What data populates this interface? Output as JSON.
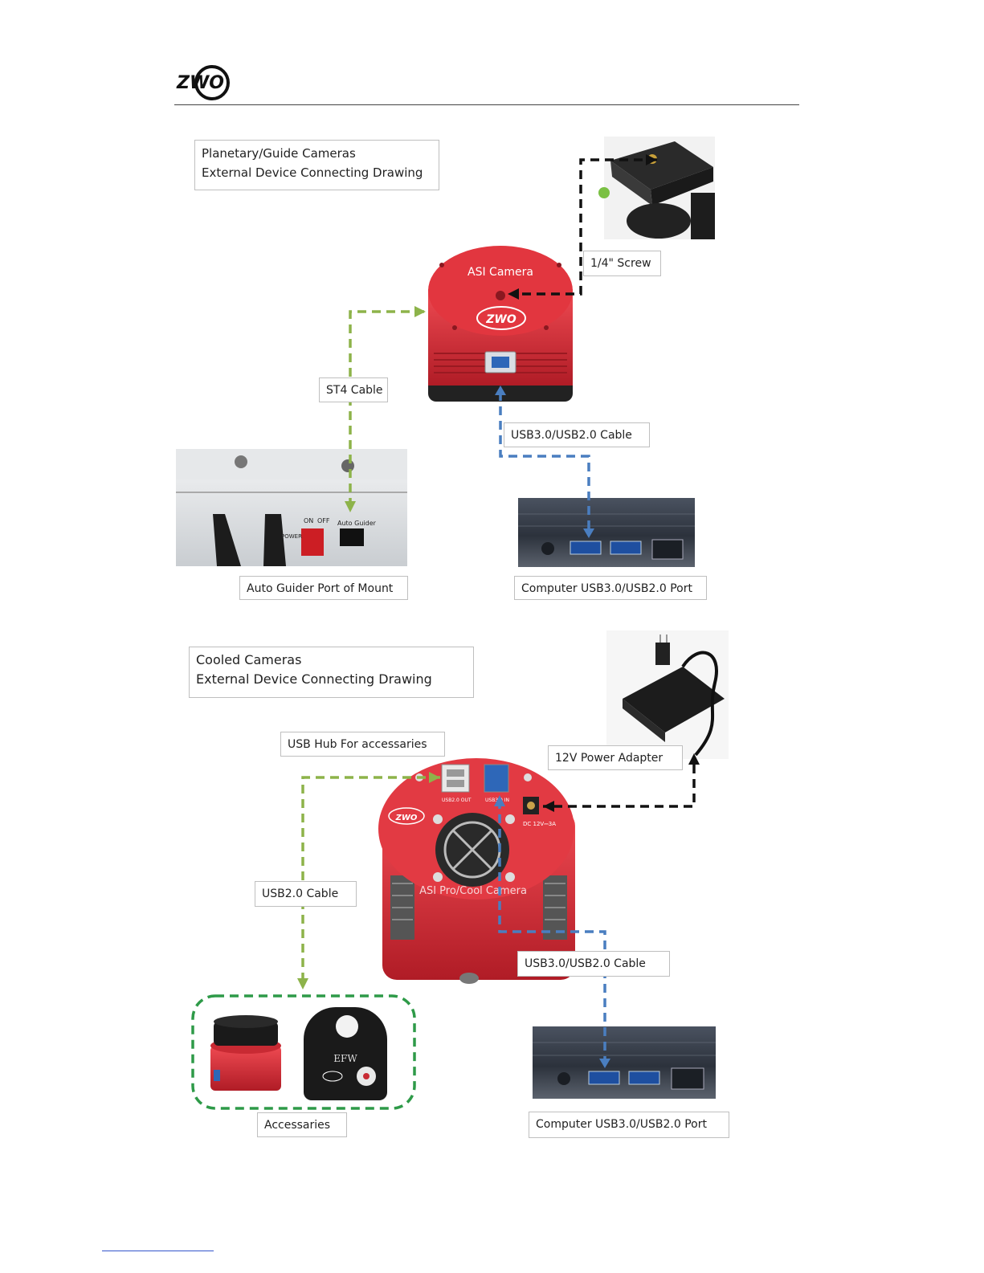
{
  "logo": {
    "text": "ZWO"
  },
  "section1": {
    "title_line1": "Planetary/Guide Cameras",
    "title_line2": "External Device Connecting Drawing",
    "camera_label": "ASI Camera",
    "labels": {
      "screw": "1/4\" Screw",
      "st4": "ST4 Cable",
      "usb": "USB3.0/USB2.0 Cable",
      "mount_port": "Auto Guider Port of Mount",
      "computer_port": "Computer USB3.0/USB2.0 Port"
    },
    "mount_panel": {
      "on": "ON",
      "off": "OFF",
      "auto_guider": "Auto Guider",
      "power": "POWER"
    }
  },
  "section2": {
    "title_line1": "Cooled Cameras",
    "title_line2": "External Device Connecting Drawing",
    "camera_label": "ASI Pro/Cool Camera",
    "port_out": "USB2.0 OUT",
    "port_in": "USB3.0 IN",
    "dc_label": "DC 12V⎓3A",
    "labels": {
      "hub": "USB Hub For accessaries",
      "power": "12V Power Adapter",
      "usb2": "USB2.0 Cable",
      "usb3": "USB3.0/USB2.0 Cable",
      "accessories": "Accessaries",
      "computer_port": "Computer USB3.0/USB2.0 Port"
    },
    "efw_label": "EFW"
  },
  "colors": {
    "green": "#8db34a",
    "blue": "#4a7ec0",
    "black": "#111111",
    "camera_red": "#d8303a",
    "accessory_border": "#2e9a48"
  }
}
